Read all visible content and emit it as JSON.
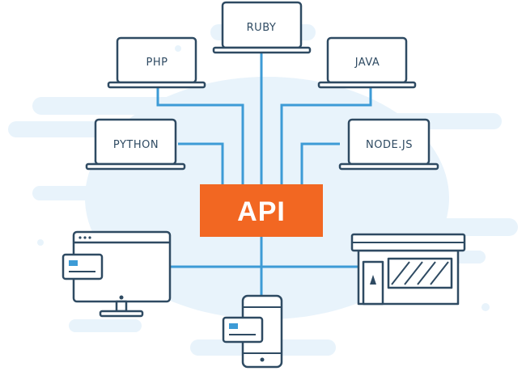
{
  "diagram": {
    "center": {
      "label": "API",
      "color": "#f26722"
    },
    "languages": [
      {
        "id": "ruby",
        "label": "RUBY"
      },
      {
        "id": "php",
        "label": "PHP"
      },
      {
        "id": "java",
        "label": "JAVA"
      },
      {
        "id": "python",
        "label": "PYTHON"
      },
      {
        "id": "nodejs",
        "label": "NODE.JS"
      }
    ],
    "clients": [
      {
        "id": "desktop",
        "icon": "desktop-monitor-icon"
      },
      {
        "id": "mobile",
        "icon": "mobile-phone-icon"
      },
      {
        "id": "store",
        "icon": "storefront-icon"
      },
      {
        "id": "card",
        "icon": "credit-card-icon"
      }
    ],
    "colors": {
      "connector": "#3d9bd6",
      "outline": "#2e4a62",
      "cloud": "#e8f3fb",
      "api": "#f26722"
    }
  }
}
